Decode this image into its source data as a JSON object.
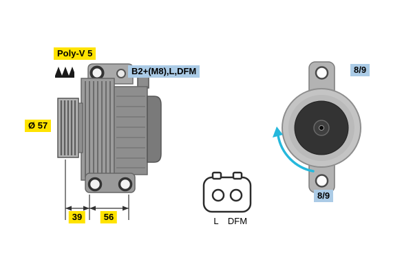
{
  "diagram": {
    "type": "alternator-technical-drawing",
    "labels": {
      "belt_type": "Poly-V 5",
      "pulley_diameter": "Ø 57",
      "terminals": "B2+(M8),L,DFM",
      "dimension_pulley_offset_mm": "39",
      "dimension_mount_width_mm": "56",
      "connector_pin_left": "L",
      "connector_pin_right": "DFM",
      "clock_position_top": "8/9",
      "clock_position_bottom": "8/9"
    },
    "colors": {
      "highlight_yellow": "#ffe300",
      "highlight_blue": "#abcbe6",
      "rotation_arrow_cyan": "#25b8dc",
      "body_gray": "#9c9c9c",
      "dark_disc": "#333333",
      "background": "#ffffff"
    }
  }
}
